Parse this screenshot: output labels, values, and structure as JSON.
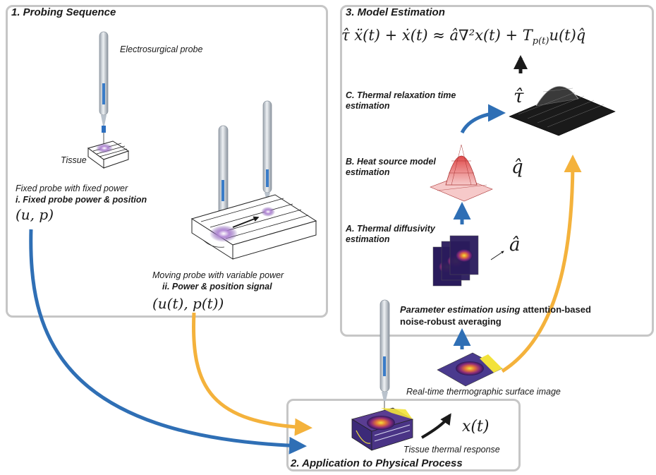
{
  "panel1": {
    "title": "1. Probing Sequence",
    "probe_label": "Electrosurgical probe",
    "tissue_label": "Tissue",
    "fixed_desc": "Fixed probe with fixed power",
    "fixed_title": "i. Fixed probe power & position",
    "fixed_signal": "(u, p)",
    "moving_desc": "Moving probe with variable power",
    "moving_title": "ii. Power & position signal",
    "moving_signal": "(u(t), p(t))"
  },
  "panel2": {
    "title": "2. Application to Physical Process",
    "response_label": "Tissue thermal response",
    "state": "x(t)",
    "surface_label": "Real-time thermographic surface image"
  },
  "panel3": {
    "title": "3. Model Estimation",
    "equation": "τ̂ ẍ(t) + ẋ(t) ≈ â∇²x(t) + T",
    "equation_sub": "p(t)",
    "equation_tail": "u(t)q̂",
    "step_c_line1": "C. Thermal relaxation time",
    "step_c_line2": "estimation",
    "tau": "τ̂",
    "step_b_line1": "B. Heat source model",
    "step_b_line2": "estimation",
    "q": "q̂",
    "step_a_line1": "A. Thermal diffusivity",
    "step_a_line2": "estimation",
    "a": "â",
    "param_line1_italic": "Parameter estimation using",
    "param_line1_rest": "attention-based",
    "param_line2": "noise-robust averaging"
  },
  "colors": {
    "blue_arrow": "#2f6fb5",
    "orange_arrow": "#f4b23c",
    "black_arrow": "#1a1a1a",
    "panel_border": "#c6c6c6",
    "heat_magenta": "#8b2a7a",
    "heat_yellow": "#f2e23a"
  }
}
